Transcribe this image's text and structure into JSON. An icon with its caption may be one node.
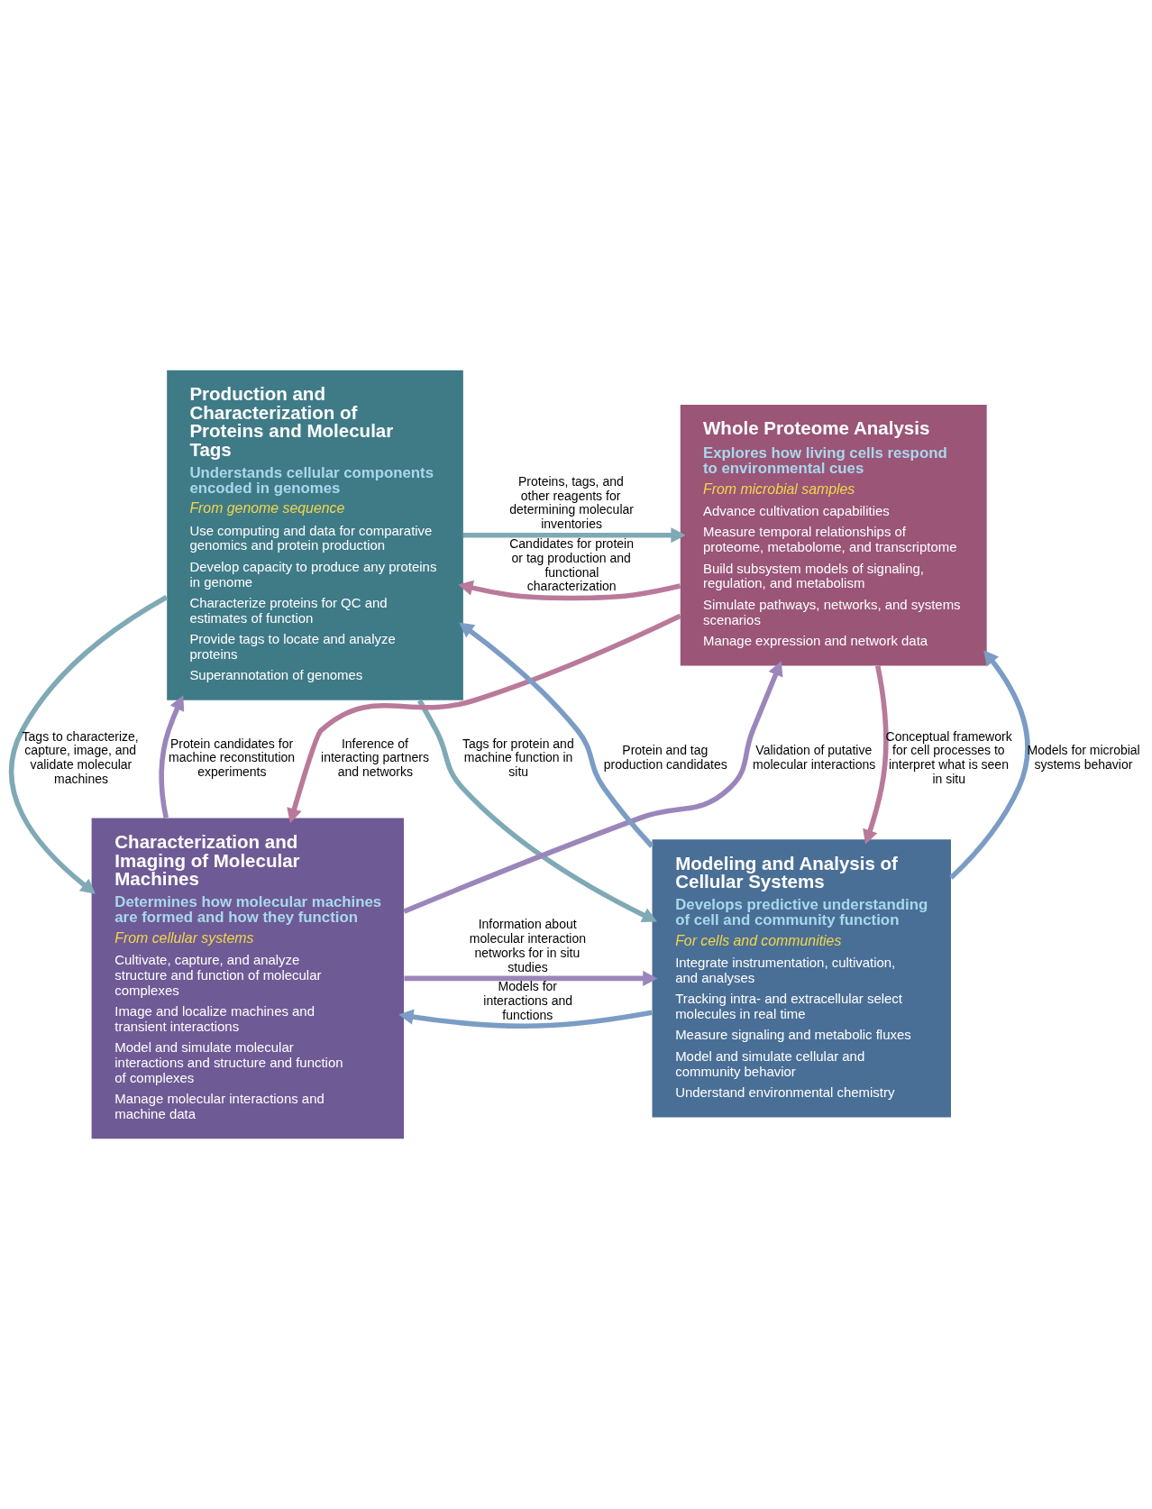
{
  "diagram": {
    "nodes": [
      {
        "text": [
          "Production and Characterization of Proteins and Molecular Tags",
          "Understands cellular components encoded in genomes",
          "From genome sequence",
          "Use computing and data for comparative genomics and protein production",
          "Develop capacity to produce any proteins in genome",
          "Characterize proteins for QC and estimates of function",
          "Provide tags to locate and analyze proteins",
          "Superannotation of genomes"
        ]
      },
      {
        "text": [
          "Whole Proteome Analysis",
          "Explores how living cells respond to environmental cues",
          "From microbial samples",
          "Advance cultivation capabilities",
          "Measure temporal relationships of proteome, metabolome, and transcriptome",
          "Build subsystem models of signaling, regulation, and metabolism",
          "Simulate pathways, networks, and systems scenarios",
          "Manage expression and network data"
        ]
      },
      {
        "text": [
          "Characterization and Imaging of Molecular Machines",
          "Determines how molecular machines are formed and how they function",
          "From cellular systems",
          "Cultivate, capture, and analyze structure and function of molecular complexes",
          "Image and localize machines and transient interactions",
          "Model and simulate molecular interactions and structure and function of complexes",
          "Manage molecular interactions and machine data"
        ]
      },
      {
        "text": [
          "Modeling and Analysis of Cellular Systems",
          "Develops predictive understanding of cell and community function",
          "For cells and communities",
          "Integrate instrumentation, cultivation, and analyses",
          "Tracking intra- and extracellular select molecules in real time",
          "Measure signaling and metabolic fluxes",
          "Model and simulate cellular and community behavior",
          "Understand environmental chemistry"
        ]
      }
    ],
    "edges": [
      {
        "from": 0,
        "to": 1,
        "arrow": "to",
        "label": "Proteins, tags, and other reagents for determining molecular inventories",
        "color": "#7fa9b5"
      },
      {
        "from": 1,
        "to": 0,
        "arrow": "to",
        "label": "Candidates for protein or tag production and functional characterization",
        "color": "#b97a9a"
      },
      {
        "from": 0,
        "to": 2,
        "arrow": "to",
        "label": "Tags to characterize, capture, image, and validate molecular machines",
        "color": "#7fa9b5"
      },
      {
        "from": 2,
        "to": 0,
        "arrow": "to",
        "label": "Protein candidates for machine reconstitution experiments",
        "color": "#9b86bb"
      },
      {
        "from": 0,
        "to": 3,
        "arrow": "to",
        "label": "Tags for protein and machine function in situ",
        "color": "#7fa9b5"
      },
      {
        "from": 1,
        "to": 2,
        "arrow": "to",
        "label": "Inference of interacting partners and networks",
        "color": "#b97a9a"
      },
      {
        "from": 1,
        "to": 3,
        "arrow": "to",
        "label": "Conceptual framework for cell processes to interpret what is seen in situ",
        "color": "#b97a9a"
      },
      {
        "from": 3,
        "to": 1,
        "arrow": "to",
        "label": "Models for microbial systems behavior",
        "color": "#7b9cc4"
      },
      {
        "from": 2,
        "to": 1,
        "arrow": "to",
        "label": "Validation of putative molecular interactions",
        "color": "#9b86bb"
      },
      {
        "from": 3,
        "to": 0,
        "arrow": "to",
        "label": "Protein and tag production candidates",
        "color": "#7b9cc4"
      },
      {
        "from": 2,
        "to": 3,
        "arrow": "to",
        "label": "Information about molecular interaction networks for in situ studies",
        "color": "#9b86bb"
      },
      {
        "from": 3,
        "to": 2,
        "arrow": "to",
        "label": "Models for interactions and functions",
        "color": "#7b9cc4"
      }
    ]
  }
}
